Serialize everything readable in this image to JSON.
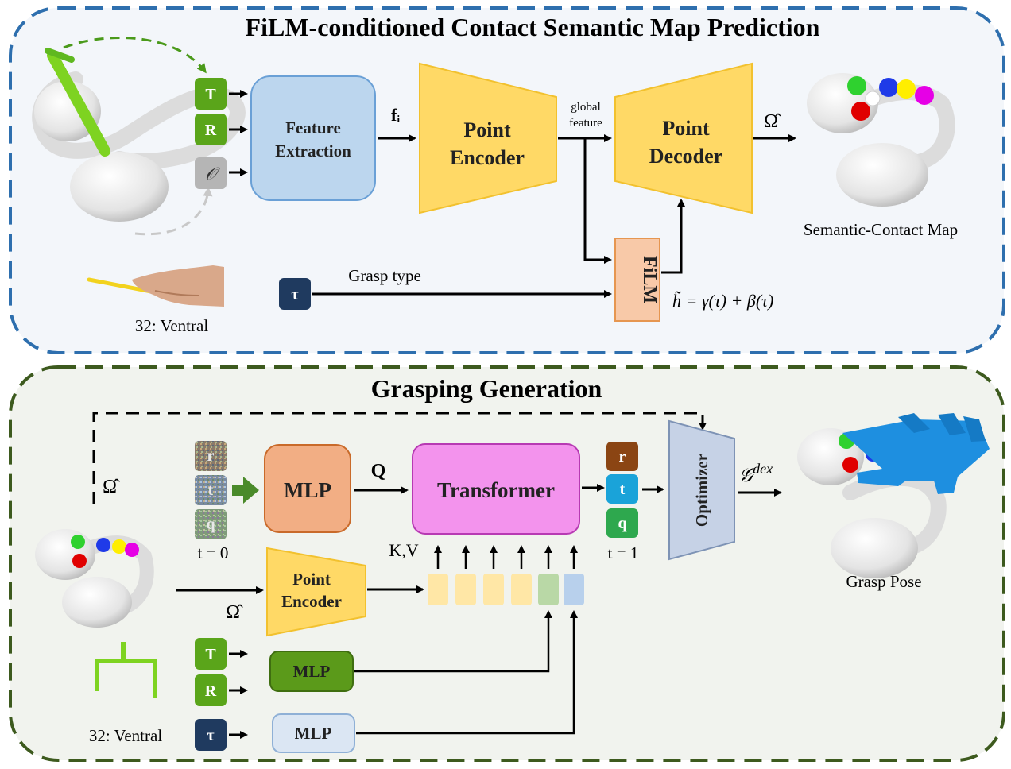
{
  "top_panel": {
    "title": "FiLM-conditioned Contact Semantic Map Prediction",
    "inputs": {
      "t": "T",
      "r": "R",
      "o": "𝒪"
    },
    "feature_extraction": {
      "line1": "Feature",
      "line2": "Extraction"
    },
    "fi": "fᵢ",
    "point_encoder": {
      "line1": "Point",
      "line2": "Encoder"
    },
    "global_feature": {
      "line1": "global",
      "line2": "feature"
    },
    "point_decoder": {
      "line1": "Point",
      "line2": "Decoder"
    },
    "omega_hat": "Ω̂",
    "semantic_contact_map": "Semantic-Contact Map",
    "film": "FiLM",
    "film_formula": "h̃ = γ(τ) + β(τ)",
    "tau": "τ",
    "grasp_type": "Grasp type",
    "grasp_label": "32: Ventral"
  },
  "bottom_panel": {
    "title": "Grasping Generation",
    "omega_hat_loop": "Ω̂",
    "noise_tokens": [
      "r",
      "t",
      "q"
    ],
    "t0": "t = 0",
    "mlp_main": "MLP",
    "q_label": "Q",
    "transformer": "Transformer",
    "kv_label": "K,V",
    "out_tokens": [
      "r",
      "t",
      "q"
    ],
    "t1": "t = 1",
    "optimizer": "Optimizer",
    "g_dex": "𝒢",
    "g_dex_sup": "dex",
    "grasp_pose": "Grasp Pose",
    "point_encoder": {
      "line1": "Point",
      "line2": "Encoder"
    },
    "omega_hat_input": "Ω̂",
    "inputs": {
      "t": "T",
      "r": "R",
      "tau": "τ"
    },
    "mlp_tr": "MLP",
    "mlp_tau": "MLP",
    "grasp_label": "32: Ventral"
  },
  "colors": {
    "top_border": "#2e6fae",
    "top_fill": "#f3f6fa",
    "bottom_border": "#3d5a1e",
    "bottom_fill": "#f1f3ee",
    "green_token": "#5aa51a",
    "gray_token": "#b5b5b5",
    "navy_token": "#1f3a5f",
    "feature_box": "#bcd6ee",
    "encoder_yellow": "#ffd966",
    "film_box": "#f8c9a8",
    "mlp_orange": "#f2ae84",
    "transformer_pink": "#f393ed",
    "optimizer_blue": "#c6d2e6",
    "mlp_green": "#5b9a1a",
    "mlp_light": "#dbe6f3",
    "r_brown": "#8b4513",
    "t_cyan": "#1aa3d9",
    "q_green": "#2ea84e",
    "hand_blue": "#1e8fe0"
  }
}
